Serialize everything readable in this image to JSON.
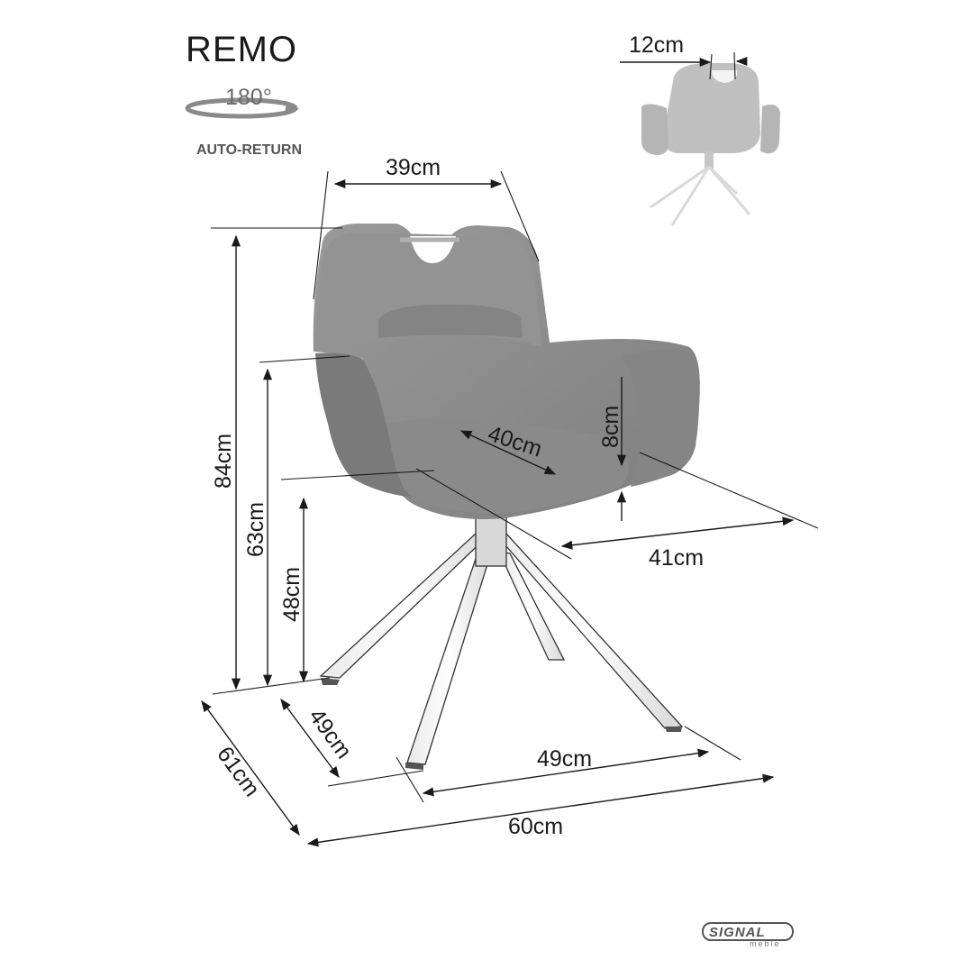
{
  "product": {
    "name": "REMO",
    "rotation_degrees": "180°",
    "rotation_mode": "AUTO-RETURN"
  },
  "dimensions": {
    "handle_width": "12cm",
    "backrest_width": "39cm",
    "total_height": "84cm",
    "armrest_height": "63cm",
    "seat_height": "48cm",
    "seat_depth": "40cm",
    "armrest_thickness": "8cm",
    "seat_width": "41cm",
    "base_depth": "49cm",
    "base_width": "49cm",
    "total_depth": "61cm",
    "total_width": "60cm"
  },
  "brand": {
    "name": "SIGNAL",
    "subtitle": "meble"
  },
  "colors": {
    "upholstery": "#8d8d8d",
    "upholstery_dark": "#767676",
    "line": "#1a1a1a"
  }
}
